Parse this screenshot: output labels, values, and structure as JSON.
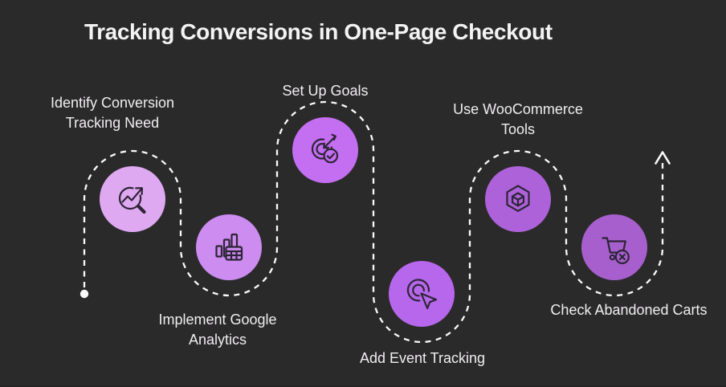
{
  "title": "Tracking Conversions in One-Page Checkout",
  "steps": [
    {
      "label": "Identify Conversion Tracking Need",
      "lines": [
        "Identify Conversion",
        "Tracking Need"
      ],
      "icon": "chart-magnifier-icon",
      "fill": "#dfa9f2"
    },
    {
      "label": "Implement Google Analytics",
      "lines": [
        "Implement Google",
        "Analytics"
      ],
      "icon": "bar-chart-table-icon",
      "fill": "#cd8cf0"
    },
    {
      "label": "Set Up Goals",
      "lines": [
        "Set Up Goals"
      ],
      "icon": "target-dart-check-icon",
      "fill": "#c46ef2"
    },
    {
      "label": "Add Event Tracking",
      "lines": [
        "Add Event Tracking"
      ],
      "icon": "click-cursor-icon",
      "fill": "#b667ec"
    },
    {
      "label": "Use WooCommerce Tools",
      "lines": [
        "Use WooCommerce",
        "Tools"
      ],
      "icon": "cube-hexagon-icon",
      "fill": "#ae62da"
    },
    {
      "label": "Check Abandoned Carts",
      "lines": [
        "Check Abandoned Carts"
      ],
      "icon": "cart-remove-icon",
      "fill": "#a75fcd"
    }
  ],
  "flow": {
    "start_marker": "dot",
    "end_marker": "arrow-up"
  },
  "colors": {
    "background": "#2b2a2b",
    "title_text": "#f4f3f4",
    "label_text": "#f0eef0",
    "path": "#fafafa",
    "icon_stroke": "#2d2536"
  }
}
